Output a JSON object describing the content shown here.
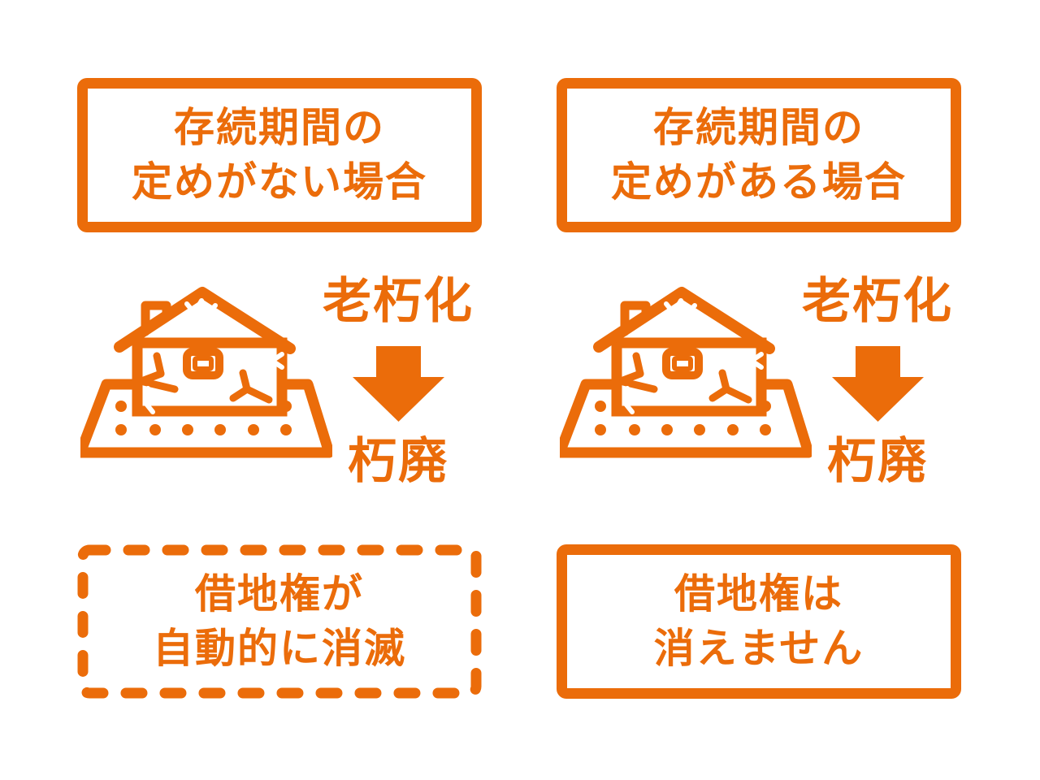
{
  "colors": {
    "accent": "#EB6C0A",
    "background": "#FFFFFF"
  },
  "columns": [
    {
      "header": {
        "line1": "存続期間の",
        "line2": "定めがない場合"
      },
      "process": {
        "cause_label": "老朽化",
        "result_label": "朽廃",
        "house_icon": "decayed-house-icon",
        "arrow_icon": "down-arrow-icon"
      },
      "outcome": {
        "line1": "借地権が",
        "line2": "自動的に消滅",
        "border_style": "dashed"
      }
    },
    {
      "header": {
        "line1": "存続期間の",
        "line2": "定めがある場合"
      },
      "process": {
        "cause_label": "老朽化",
        "result_label": "朽廃",
        "house_icon": "decayed-house-icon",
        "arrow_icon": "down-arrow-icon"
      },
      "outcome": {
        "line1": "借地権は",
        "line2": "消えません",
        "border_style": "solid"
      }
    }
  ]
}
